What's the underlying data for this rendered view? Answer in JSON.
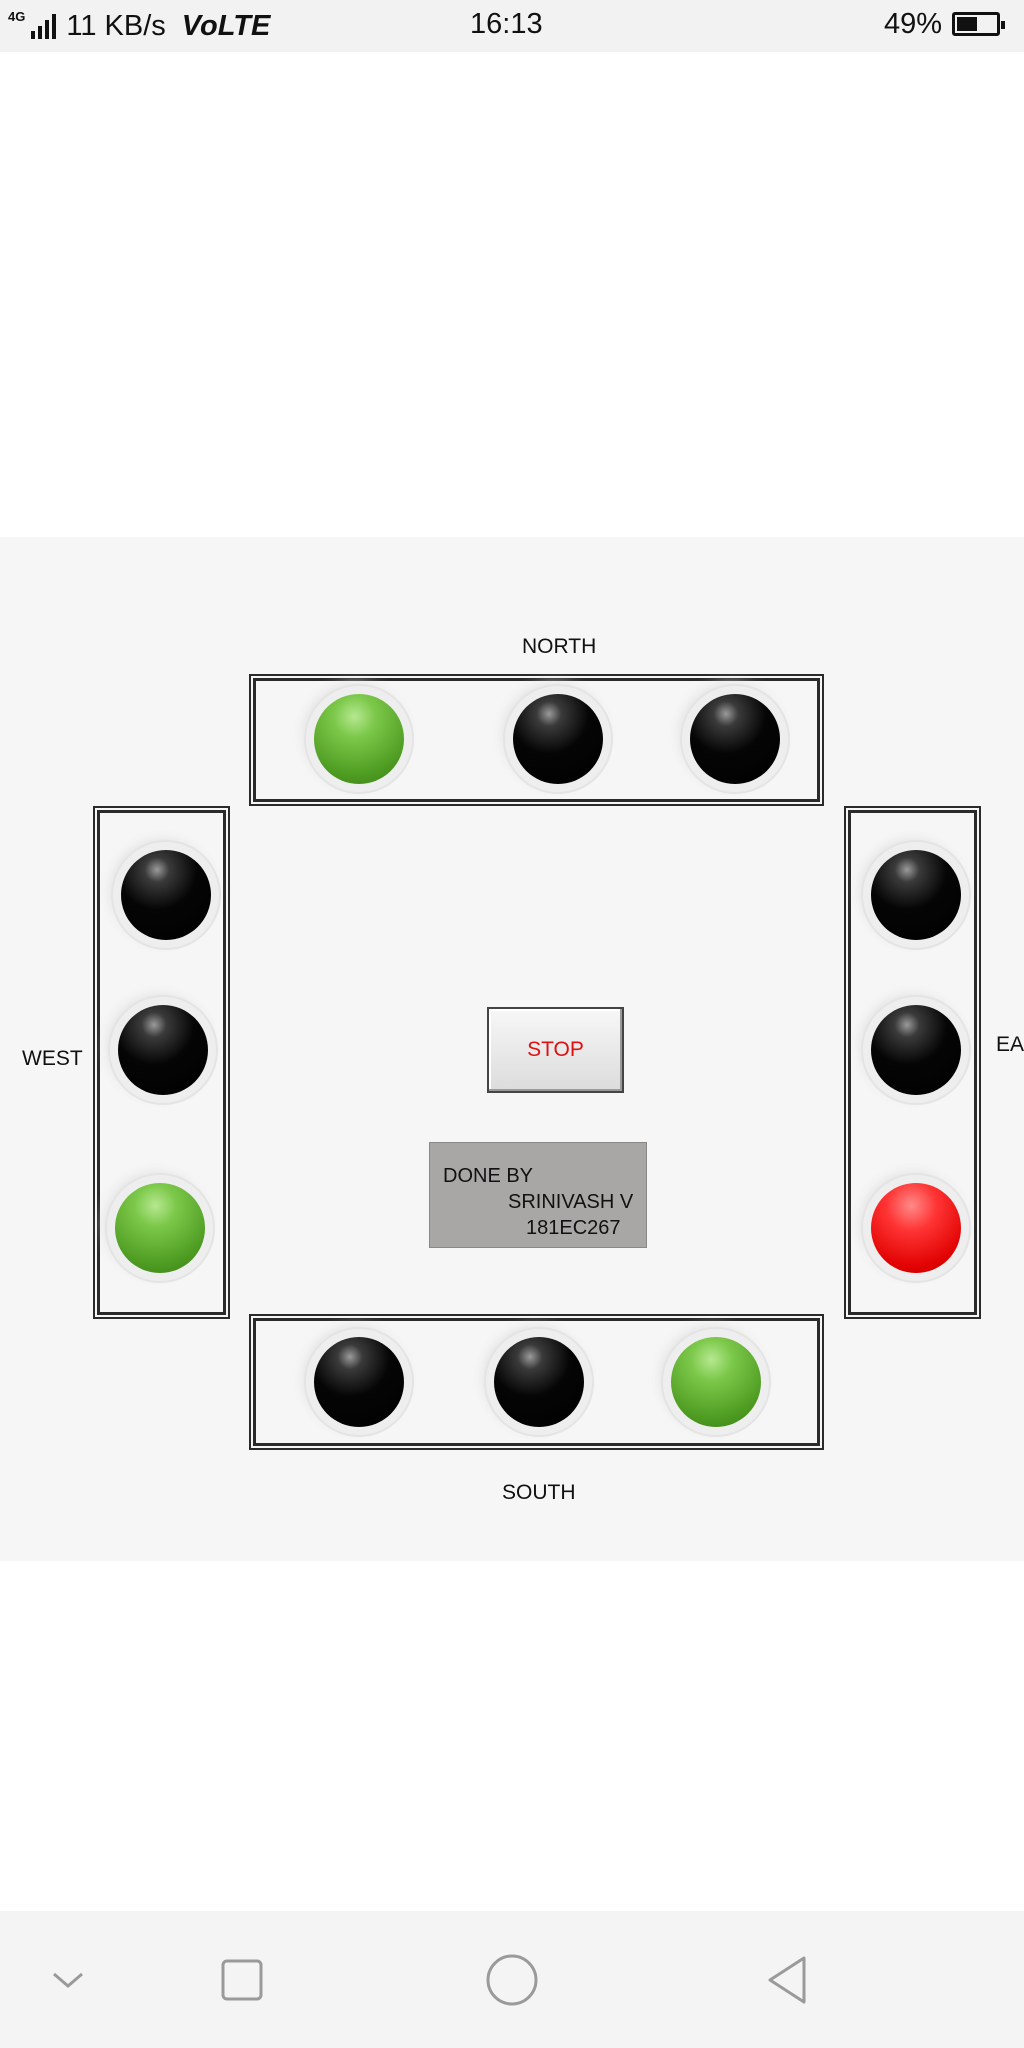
{
  "status_bar": {
    "network_type": "4G",
    "data_speed": "11 KB/s",
    "volte": "VoLTE",
    "time": "16:13",
    "battery_percent": "49%",
    "battery_level": 0.49,
    "icons": [
      "signal-icon",
      "battery-icon"
    ]
  },
  "panel": {
    "labels": {
      "north": "NORTH",
      "south": "SOUTH",
      "west": "WEST",
      "east": "EA"
    },
    "stop_button": "STOP",
    "credits": {
      "line1": "DONE BY",
      "line2": "SRINIVASH V",
      "line3": "181EC267"
    },
    "lights": {
      "north": [
        "green",
        "off",
        "off"
      ],
      "west": [
        "off",
        "off",
        "green"
      ],
      "east": [
        "off",
        "off",
        "red"
      ],
      "south": [
        "off",
        "off",
        "green"
      ]
    },
    "colors": {
      "green": "#5aa82e",
      "red": "#f01818",
      "off": "#000000",
      "stop_text": "#e01010",
      "credits_bg": "#a9a7a5"
    }
  },
  "nav_bar": {
    "icons": [
      "chevron-down-icon",
      "recent-apps-icon",
      "home-icon",
      "back-icon"
    ]
  }
}
